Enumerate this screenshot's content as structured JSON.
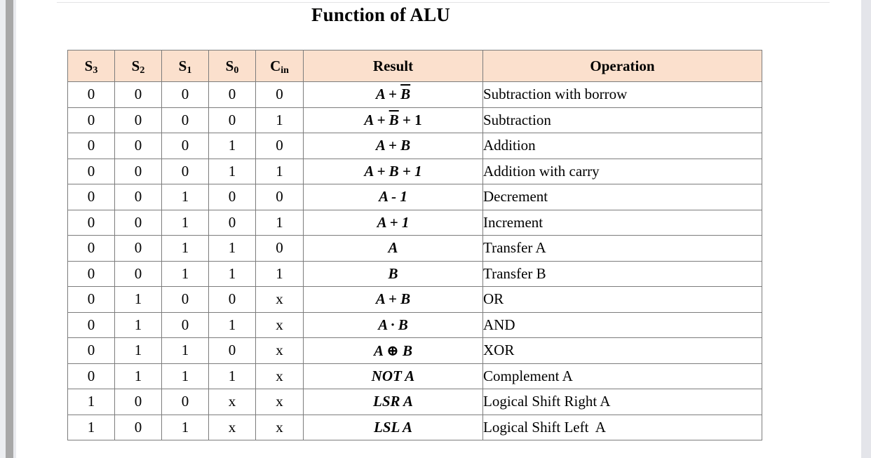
{
  "document": {
    "title": "Function of ALU"
  },
  "table": {
    "name": "alu-function-table",
    "header_bg": "#fbe0cd",
    "border_color": "#7c7c7c",
    "columns": [
      {
        "key": "s3",
        "label": "S",
        "sub": "3",
        "align": "center"
      },
      {
        "key": "s2",
        "label": "S",
        "sub": "2",
        "align": "center"
      },
      {
        "key": "s1",
        "label": "S",
        "sub": "1",
        "align": "center"
      },
      {
        "key": "s0",
        "label": "S",
        "sub": "0",
        "align": "center"
      },
      {
        "key": "cin",
        "label": "C",
        "sub": "in",
        "align": "center"
      },
      {
        "key": "result",
        "label": "Result",
        "sub": "",
        "align": "center"
      },
      {
        "key": "op",
        "label": "Operation",
        "sub": "",
        "align": "left"
      }
    ],
    "rows": [
      {
        "s3": "0",
        "s2": "0",
        "s1": "0",
        "s0": "0",
        "cin": "0",
        "result_pre": "A + ",
        "result_bar": "B",
        "result_post": "",
        "operation": "Subtraction with borrow"
      },
      {
        "s3": "0",
        "s2": "0",
        "s1": "0",
        "s0": "0",
        "cin": "1",
        "result_pre": "A + ",
        "result_bar": "B",
        "result_post": " + 1",
        "operation": "Subtraction"
      },
      {
        "s3": "0",
        "s2": "0",
        "s1": "0",
        "s0": "1",
        "cin": "0",
        "result_pre": "A + B",
        "result_bar": "",
        "result_post": "",
        "operation": "Addition"
      },
      {
        "s3": "0",
        "s2": "0",
        "s1": "0",
        "s0": "1",
        "cin": "1",
        "result_pre": "A + B + 1",
        "result_bar": "",
        "result_post": "",
        "operation": "Addition with carry"
      },
      {
        "s3": "0",
        "s2": "0",
        "s1": "1",
        "s0": "0",
        "cin": "0",
        "result_pre": "A - 1",
        "result_bar": "",
        "result_post": "",
        "operation": "Decrement"
      },
      {
        "s3": "0",
        "s2": "0",
        "s1": "1",
        "s0": "0",
        "cin": "1",
        "result_pre": "A + 1",
        "result_bar": "",
        "result_post": "",
        "operation": "Increment"
      },
      {
        "s3": "0",
        "s2": "0",
        "s1": "1",
        "s0": "1",
        "cin": "0",
        "result_pre": "A",
        "result_bar": "",
        "result_post": "",
        "operation": "Transfer A"
      },
      {
        "s3": "0",
        "s2": "0",
        "s1": "1",
        "s0": "1",
        "cin": "1",
        "result_pre": "B",
        "result_bar": "",
        "result_post": "",
        "operation": "Transfer B"
      },
      {
        "s3": "0",
        "s2": "1",
        "s1": "0",
        "s0": "0",
        "cin": "x",
        "result_pre": "A + B",
        "result_bar": "",
        "result_post": "",
        "operation": "OR"
      },
      {
        "s3": "0",
        "s2": "1",
        "s1": "0",
        "s0": "1",
        "cin": "x",
        "result_pre": "A · B",
        "result_bar": "",
        "result_post": "",
        "operation": "AND"
      },
      {
        "s3": "0",
        "s2": "1",
        "s1": "1",
        "s0": "0",
        "cin": "x",
        "result_pre": "A ⊕ B",
        "result_bar": "",
        "result_post": "",
        "operation": "XOR"
      },
      {
        "s3": "0",
        "s2": "1",
        "s1": "1",
        "s0": "1",
        "cin": "x",
        "result_pre": "NOT A",
        "result_bar": "",
        "result_post": "",
        "operation": "Complement A"
      },
      {
        "s3": "1",
        "s2": "0",
        "s1": "0",
        "s0": "x",
        "cin": "x",
        "result_pre": "LSR A",
        "result_bar": "",
        "result_post": "",
        "operation": "Logical Shift Right A"
      },
      {
        "s3": "1",
        "s2": "0",
        "s1": "1",
        "s0": "x",
        "cin": "x",
        "result_pre": "LSL A",
        "result_bar": "",
        "result_post": "",
        "operation": "Logical Shift Left  A"
      }
    ]
  }
}
